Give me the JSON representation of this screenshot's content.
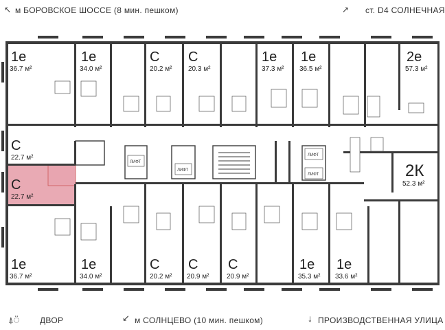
{
  "captions": {
    "top_left": "м БОРОВСКОЕ ШОССЕ (8 мин. пешком)",
    "top_right": "ст. D4 СОЛНЕЧНАЯ",
    "bottom_left": "ДВОР",
    "bottom_center": "м СОЛНЦЕВО (10 мин. пешком)",
    "bottom_right": "ПРОИЗВОДСТВЕННАЯ УЛИЦА"
  },
  "highlight_color": "#e8a5b0",
  "lift_label": "ЛИФТ",
  "units": [
    {
      "id": "u1",
      "type": "1е",
      "area": "36.7 м²"
    },
    {
      "id": "u2",
      "type": "1е",
      "area": "34.0 м²"
    },
    {
      "id": "u3",
      "type": "С",
      "area": "20.2 м²"
    },
    {
      "id": "u4",
      "type": "С",
      "area": "20.3 м²"
    },
    {
      "id": "u5",
      "type": "1е",
      "area": "37.3 м²"
    },
    {
      "id": "u6",
      "type": "1е",
      "area": "36.5 м²"
    },
    {
      "id": "u7",
      "type": "2е",
      "area": "57.3 м²"
    },
    {
      "id": "u8",
      "type": "С",
      "area": "22.7 м²"
    },
    {
      "id": "u9",
      "type": "С",
      "area": "22.7 м²",
      "highlighted": true
    },
    {
      "id": "u10",
      "type": "2К",
      "area": "52.3 м²"
    },
    {
      "id": "u11",
      "type": "1е",
      "area": "36.7 м²"
    },
    {
      "id": "u12",
      "type": "1е",
      "area": "34.0 м²"
    },
    {
      "id": "u13",
      "type": "С",
      "area": "20.2 м²"
    },
    {
      "id": "u14",
      "type": "С",
      "area": "20.9 м²"
    },
    {
      "id": "u15",
      "type": "С",
      "area": "20.9 м²"
    },
    {
      "id": "u16",
      "type": "1е",
      "area": "35.3 м²"
    },
    {
      "id": "u17",
      "type": "1е",
      "area": "33.6 м²"
    }
  ]
}
